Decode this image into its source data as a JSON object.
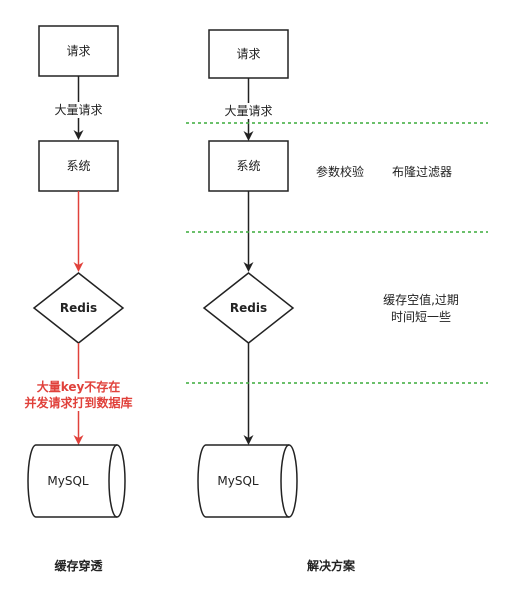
{
  "left": {
    "request": "请求",
    "edge_label": "大量请求",
    "system": "系统",
    "redis": "Redis",
    "red_label_line1": "大量key不存在",
    "red_label_line2": "并发请求打到数据库",
    "mysql": "MySQL",
    "caption": "缓存穿透"
  },
  "right": {
    "request": "请求",
    "edge_label": "大量请求",
    "system": "系统",
    "param_check": "参数校验",
    "bloom_filter": "布隆过滤器",
    "redis": "Redis",
    "cache_empty_line1": "缓存空值,过期",
    "cache_empty_line2": "时间短一些",
    "mysql": "MySQL",
    "caption": "解决方案"
  },
  "colors": {
    "stroke": "#222222",
    "red": "#e0413b",
    "dash": "#3aab3a"
  }
}
